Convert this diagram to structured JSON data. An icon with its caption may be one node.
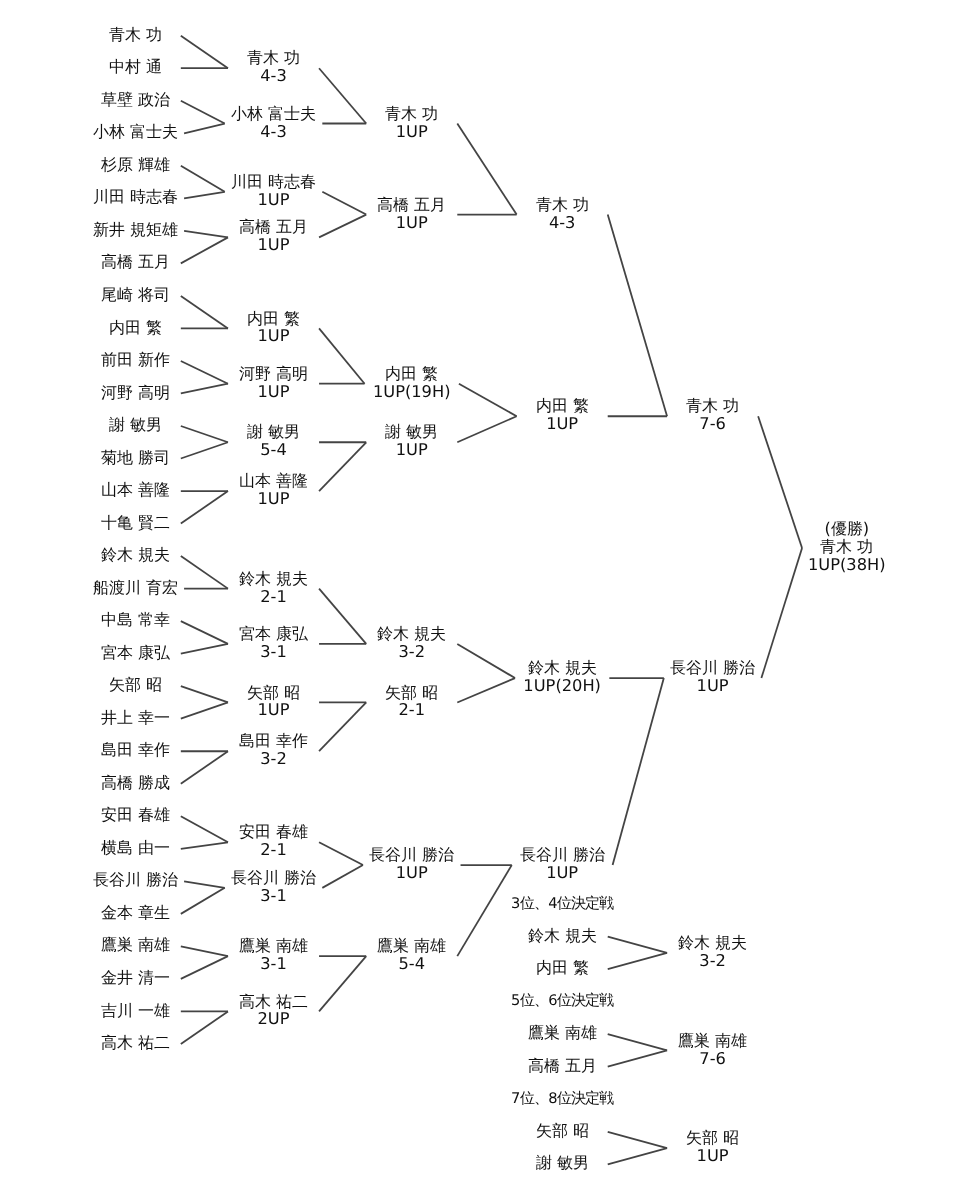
{
  "diagram": {
    "nodes": [
      {
        "text": [
          "青木 功"
        ]
      },
      {
        "text": [
          "中村 通"
        ]
      },
      {
        "text": [
          "草壁 政治"
        ]
      },
      {
        "text": [
          "小林 富士夫"
        ]
      },
      {
        "text": [
          "杉原 輝雄"
        ]
      },
      {
        "text": [
          "川田 時志春"
        ]
      },
      {
        "text": [
          "新井 規矩雄"
        ]
      },
      {
        "text": [
          "高橋 五月"
        ]
      },
      {
        "text": [
          "尾崎 将司"
        ]
      },
      {
        "text": [
          "内田 繁"
        ]
      },
      {
        "text": [
          "前田 新作"
        ]
      },
      {
        "text": [
          "河野 高明"
        ]
      },
      {
        "text": [
          "謝 敏男"
        ]
      },
      {
        "text": [
          "菊地 勝司"
        ]
      },
      {
        "text": [
          "山本 善隆"
        ]
      },
      {
        "text": [
          "十亀 賢二"
        ]
      },
      {
        "text": [
          "鈴木 規夫"
        ]
      },
      {
        "text": [
          "船渡川 育宏"
        ]
      },
      {
        "text": [
          "中島 常幸"
        ]
      },
      {
        "text": [
          "宮本 康弘"
        ]
      },
      {
        "text": [
          "矢部 昭"
        ]
      },
      {
        "text": [
          "井上 幸一"
        ]
      },
      {
        "text": [
          "島田 幸作"
        ]
      },
      {
        "text": [
          "高橋 勝成"
        ]
      },
      {
        "text": [
          "安田 春雄"
        ]
      },
      {
        "text": [
          "横島 由一"
        ]
      },
      {
        "text": [
          "長谷川 勝治"
        ]
      },
      {
        "text": [
          "金本 章生"
        ]
      },
      {
        "text": [
          "鷹巣 南雄"
        ]
      },
      {
        "text": [
          "金井 清一"
        ]
      },
      {
        "text": [
          "吉川 一雄"
        ]
      },
      {
        "text": [
          "高木 祐二"
        ]
      },
      {
        "text": [
          "青木 功",
          "4-3"
        ]
      },
      {
        "text": [
          "小林 富士夫",
          "4-3"
        ]
      },
      {
        "text": [
          "川田 時志春",
          "1UP"
        ]
      },
      {
        "text": [
          "高橋 五月",
          "1UP"
        ]
      },
      {
        "text": [
          "内田 繁",
          "1UP"
        ]
      },
      {
        "text": [
          "河野 高明",
          "1UP"
        ]
      },
      {
        "text": [
          "謝 敏男",
          "5-4"
        ]
      },
      {
        "text": [
          "山本 善隆",
          "1UP"
        ]
      },
      {
        "text": [
          "鈴木 規夫",
          "2-1"
        ]
      },
      {
        "text": [
          "宮本 康弘",
          "3-1"
        ]
      },
      {
        "text": [
          "矢部 昭",
          "1UP"
        ]
      },
      {
        "text": [
          "島田 幸作",
          "3-2"
        ]
      },
      {
        "text": [
          "安田 春雄",
          "2-1"
        ]
      },
      {
        "text": [
          "長谷川 勝治",
          "3-1"
        ]
      },
      {
        "text": [
          "鷹巣 南雄",
          "3-1"
        ]
      },
      {
        "text": [
          "高木 祐二",
          "2UP"
        ]
      },
      {
        "text": [
          "青木 功",
          "1UP"
        ]
      },
      {
        "text": [
          "高橋 五月",
          "1UP"
        ]
      },
      {
        "text": [
          "内田 繁",
          "1UP(19H)"
        ]
      },
      {
        "text": [
          "謝 敏男",
          "1UP"
        ]
      },
      {
        "text": [
          "鈴木 規夫",
          "3-2"
        ]
      },
      {
        "text": [
          "矢部 昭",
          "2-1"
        ]
      },
      {
        "text": [
          "長谷川 勝治",
          "1UP"
        ]
      },
      {
        "text": [
          "鷹巣 南雄",
          "5-4"
        ]
      },
      {
        "text": [
          "青木 功",
          "4-3"
        ]
      },
      {
        "text": [
          "内田 繁",
          "1UP"
        ]
      },
      {
        "text": [
          "鈴木 規夫",
          "1UP(20H)"
        ]
      },
      {
        "text": [
          "長谷川 勝治",
          "1UP"
        ]
      },
      {
        "text": [
          "青木 功",
          "7-6"
        ]
      },
      {
        "text": [
          "長谷川 勝治",
          "1UP"
        ]
      },
      {
        "text": [
          "(優勝)",
          "青木 功",
          "1UP(38H)"
        ]
      },
      {
        "text": [
          "鈴木 規夫"
        ]
      },
      {
        "text": [
          "内田 繁"
        ]
      },
      {
        "text": [
          "鈴木 規夫",
          "3-2"
        ]
      },
      {
        "text": [
          "鷹巣 南雄"
        ]
      },
      {
        "text": [
          "高橋 五月"
        ]
      },
      {
        "text": [
          "鷹巣 南雄",
          "7-6"
        ]
      },
      {
        "text": [
          "矢部 昭"
        ]
      },
      {
        "text": [
          "謝 敏男"
        ]
      },
      {
        "text": [
          "矢部 昭",
          "1UP"
        ]
      }
    ],
    "edges": [
      {
        "from": 0,
        "to": 32,
        "arrow": "none"
      },
      {
        "from": 1,
        "to": 32,
        "arrow": "none"
      },
      {
        "from": 2,
        "to": 33,
        "arrow": "none"
      },
      {
        "from": 3,
        "to": 33,
        "arrow": "none"
      },
      {
        "from": 4,
        "to": 34,
        "arrow": "none"
      },
      {
        "from": 5,
        "to": 34,
        "arrow": "none"
      },
      {
        "from": 6,
        "to": 35,
        "arrow": "none"
      },
      {
        "from": 7,
        "to": 35,
        "arrow": "none"
      },
      {
        "from": 8,
        "to": 36,
        "arrow": "none"
      },
      {
        "from": 9,
        "to": 36,
        "arrow": "none"
      },
      {
        "from": 10,
        "to": 37,
        "arrow": "none"
      },
      {
        "from": 11,
        "to": 37,
        "arrow": "none"
      },
      {
        "from": 12,
        "to": 38,
        "arrow": "none"
      },
      {
        "from": 13,
        "to": 38,
        "arrow": "none"
      },
      {
        "from": 14,
        "to": 39,
        "arrow": "none"
      },
      {
        "from": 15,
        "to": 39,
        "arrow": "none"
      },
      {
        "from": 16,
        "to": 40,
        "arrow": "none"
      },
      {
        "from": 17,
        "to": 40,
        "arrow": "none"
      },
      {
        "from": 18,
        "to": 41,
        "arrow": "none"
      },
      {
        "from": 19,
        "to": 41,
        "arrow": "none"
      },
      {
        "from": 20,
        "to": 42,
        "arrow": "none"
      },
      {
        "from": 21,
        "to": 42,
        "arrow": "none"
      },
      {
        "from": 22,
        "to": 43,
        "arrow": "none"
      },
      {
        "from": 23,
        "to": 43,
        "arrow": "none"
      },
      {
        "from": 24,
        "to": 44,
        "arrow": "none"
      },
      {
        "from": 25,
        "to": 44,
        "arrow": "none"
      },
      {
        "from": 26,
        "to": 45,
        "arrow": "none"
      },
      {
        "from": 27,
        "to": 45,
        "arrow": "none"
      },
      {
        "from": 28,
        "to": 46,
        "arrow": "none"
      },
      {
        "from": 29,
        "to": 46,
        "arrow": "none"
      },
      {
        "from": 30,
        "to": 47,
        "arrow": "none"
      },
      {
        "from": 31,
        "to": 47,
        "arrow": "none"
      },
      {
        "from": 32,
        "to": 48,
        "arrow": "none"
      },
      {
        "from": 33,
        "to": 48,
        "arrow": "none"
      },
      {
        "from": 34,
        "to": 49,
        "arrow": "none"
      },
      {
        "from": 35,
        "to": 49,
        "arrow": "none"
      },
      {
        "from": 36,
        "to": 50,
        "arrow": "none"
      },
      {
        "from": 37,
        "to": 50,
        "arrow": "none"
      },
      {
        "from": 38,
        "to": 51,
        "arrow": "none"
      },
      {
        "from": 39,
        "to": 51,
        "arrow": "none"
      },
      {
        "from": 40,
        "to": 52,
        "arrow": "none"
      },
      {
        "from": 41,
        "to": 52,
        "arrow": "none"
      },
      {
        "from": 42,
        "to": 53,
        "arrow": "none"
      },
      {
        "from": 43,
        "to": 53,
        "arrow": "none"
      },
      {
        "from": 44,
        "to": 54,
        "arrow": "none"
      },
      {
        "from": 45,
        "to": 54,
        "arrow": "none"
      },
      {
        "from": 46,
        "to": 55,
        "arrow": "none"
      },
      {
        "from": 47,
        "to": 55,
        "arrow": "none"
      },
      {
        "from": 48,
        "to": 56,
        "arrow": "none"
      },
      {
        "from": 49,
        "to": 56,
        "arrow": "none"
      },
      {
        "from": 50,
        "to": 57,
        "arrow": "none"
      },
      {
        "from": 51,
        "to": 57,
        "arrow": "none"
      },
      {
        "from": 52,
        "to": 58,
        "arrow": "none"
      },
      {
        "from": 53,
        "to": 58,
        "arrow": "none"
      },
      {
        "from": 54,
        "to": 59,
        "arrow": "none"
      },
      {
        "from": 55,
        "to": 59,
        "arrow": "none"
      },
      {
        "from": 56,
        "to": 60,
        "arrow": "none"
      },
      {
        "from": 57,
        "to": 60,
        "arrow": "none"
      },
      {
        "from": 58,
        "to": 61,
        "arrow": "none"
      },
      {
        "from": 59,
        "to": 61,
        "arrow": "none"
      },
      {
        "from": 60,
        "to": 62,
        "arrow": "none"
      },
      {
        "from": 61,
        "to": 62,
        "arrow": "none"
      },
      {
        "from": 63,
        "to": 65,
        "arrow": "none"
      },
      {
        "from": 64,
        "to": 65,
        "arrow": "none"
      },
      {
        "from": 66,
        "to": 68,
        "arrow": "none"
      },
      {
        "from": 67,
        "to": 68,
        "arrow": "none"
      },
      {
        "from": 69,
        "to": 71,
        "arrow": "none"
      },
      {
        "from": 70,
        "to": 71,
        "arrow": "none"
      }
    ],
    "labels": [
      "3位、4位決定戦",
      "5位、6位決定戦",
      "7位、8位決定戦"
    ]
  }
}
